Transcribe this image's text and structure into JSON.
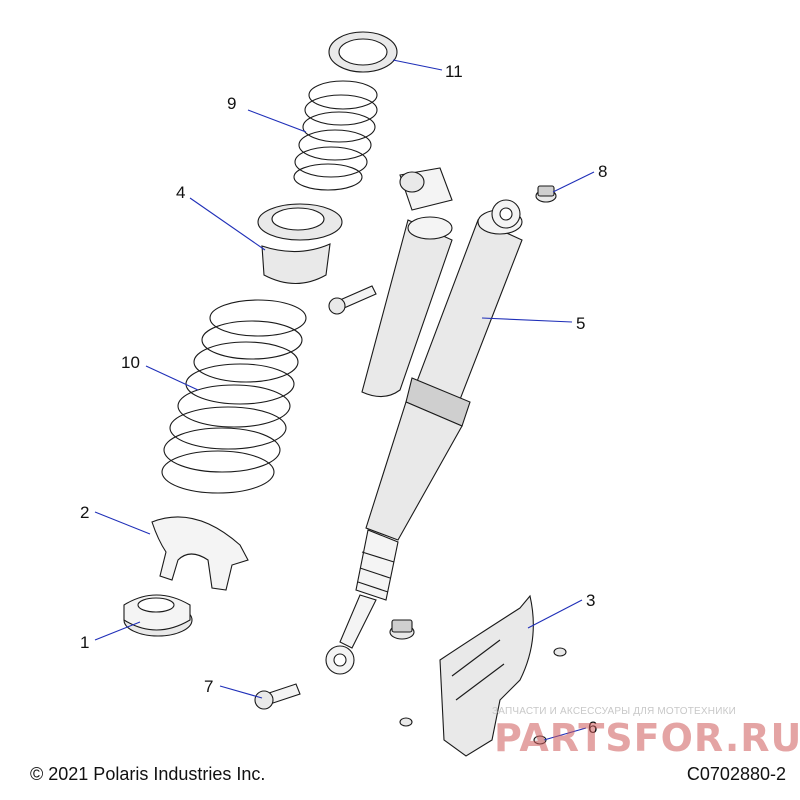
{
  "callouts": [
    {
      "id": "1",
      "label": "1"
    },
    {
      "id": "2",
      "label": "2"
    },
    {
      "id": "3",
      "label": "3"
    },
    {
      "id": "4",
      "label": "4"
    },
    {
      "id": "5",
      "label": "5"
    },
    {
      "id": "6",
      "label": "6"
    },
    {
      "id": "7",
      "label": "7"
    },
    {
      "id": "8",
      "label": "8"
    },
    {
      "id": "9",
      "label": "9"
    },
    {
      "id": "10",
      "label": "10"
    },
    {
      "id": "11",
      "label": "11"
    }
  ],
  "footer": {
    "copyright": "© 2021 Polaris Industries Inc.",
    "diagram_code": "C0702880-2"
  },
  "watermark": {
    "tagline": "ЗАПЧАСТИ И АКСЕССУАРЫ ДЛЯ МОТОТЕХНИКИ",
    "brand": "PARTSFOR.RU"
  },
  "colors": {
    "leader_line": "#1f2fb8",
    "part_outline": "#1a1a1a",
    "part_fill": "#e9e9e9"
  }
}
